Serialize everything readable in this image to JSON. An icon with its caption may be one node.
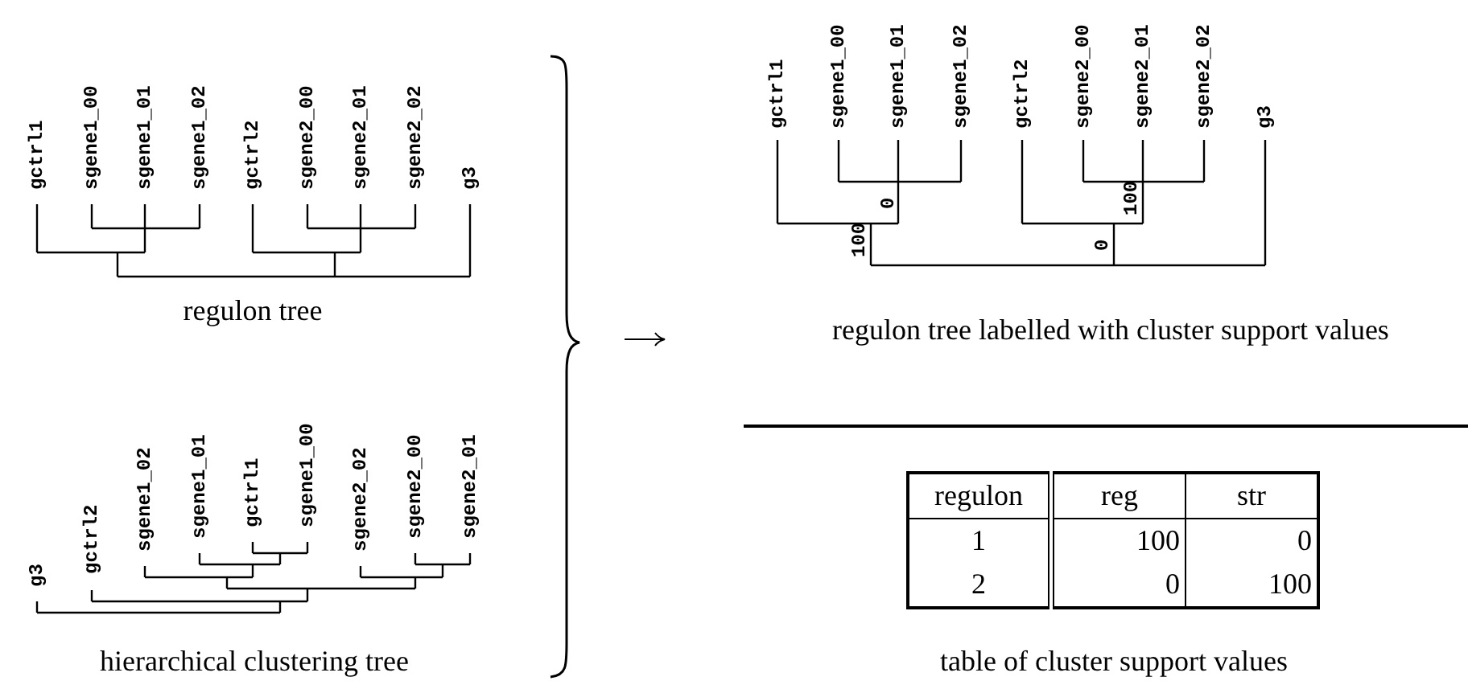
{
  "diagram": {
    "labels": [
      "gctrl1",
      "sgene1_00",
      "sgene1_01",
      "sgene1_02",
      "gctrl2",
      "sgene2_00",
      "sgene2_01",
      "sgene2_02",
      "g3",
      "regulon tree",
      "g3",
      "gctrl2",
      "sgene1_02",
      "sgene1_01",
      "gctrl1",
      "sgene1_00",
      "sgene2_02",
      "sgene2_00",
      "sgene2_01",
      "hierarchical clustering tree",
      "gctrl1",
      "sgene1_00",
      "sgene1_01",
      "sgene1_02",
      "gctrl2",
      "sgene2_00",
      "sgene2_01",
      "sgene2_02",
      "g3",
      "0",
      "100",
      "100",
      "0",
      "regulon tree labelled with cluster support values",
      "regulon",
      "reg",
      "str",
      "1",
      "100",
      "0",
      "2",
      "0",
      "100",
      "table of cluster support values"
    ]
  }
}
